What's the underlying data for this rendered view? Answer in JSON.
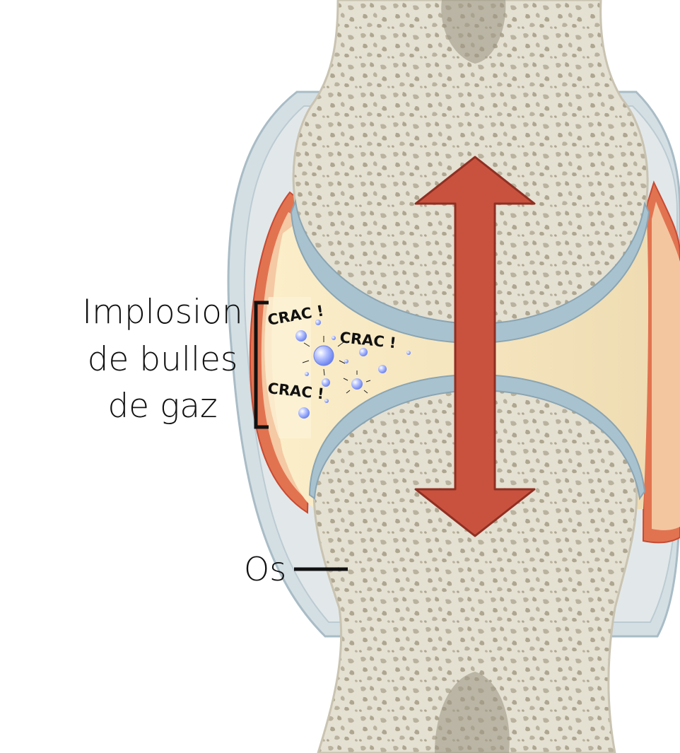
{
  "labels": {
    "implosion_line1": "Implosion",
    "implosion_line2": "de bulles",
    "implosion_line3": "de gaz",
    "bone": "Os"
  },
  "sound_effects": [
    "CRAC !",
    "CRAC !",
    "CRAC !"
  ],
  "icons": {
    "movement": "double-arrow-icon",
    "bubbles": "gas-bubble-icon"
  },
  "colors": {
    "bone": "#e4e0d2",
    "bone_outline": "#c9c3b1",
    "cartilage": "#a9c2cf",
    "synovial_fluid": "#f6e2b8",
    "capsule_outer": "#c8d6dc",
    "synovial_membrane": "#e27350",
    "arrow": "#c9523f",
    "bubble": "#8da2f5"
  }
}
